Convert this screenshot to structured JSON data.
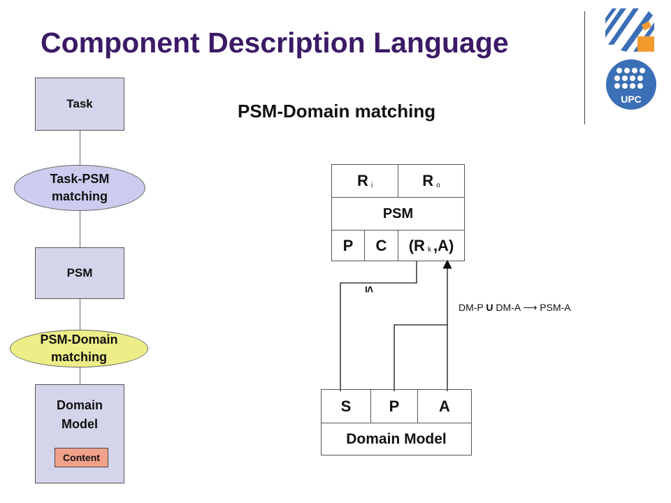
{
  "title": "Component Description Language",
  "subtitle": "PSM-Domain matching",
  "left_column": {
    "task": "Task",
    "task_psm_matching": [
      "Task-PSM",
      "matching"
    ],
    "psm": "PSM",
    "psm_domain_matching": [
      "PSM-Domain",
      "matching"
    ],
    "domain_model": [
      "Domain",
      "Model"
    ],
    "content": "Content"
  },
  "psm_box": {
    "r_input": "R",
    "r_input_sub": "i",
    "r_output": "R",
    "r_output_sub": "o",
    "label": "PSM",
    "p": "P",
    "c": "C",
    "rk_open": "(R",
    "rk_sub": "k",
    "rk_close": ",A)"
  },
  "domain_box": {
    "s": "S",
    "p": "P",
    "a": "A",
    "label": "Domain Model"
  },
  "relation_leq": "≤",
  "formula": {
    "left": "DM-P ",
    "union": "U",
    "middle": " DM-A ",
    "arrow": "⟶",
    "right": " PSM-A"
  },
  "colors": {
    "title": "#3c1a66",
    "left_box_fill": "#d4d4ea",
    "task_psm_ellipse_fill": "#ccccee",
    "psm_domain_ellipse_fill": "#eeee88",
    "content_fill": "#f1a08a",
    "logo_blue": "#3b6fb6",
    "logo_orange": "#f19a2e"
  },
  "icons": [
    "university-stripes-logo",
    "upc-logo"
  ]
}
